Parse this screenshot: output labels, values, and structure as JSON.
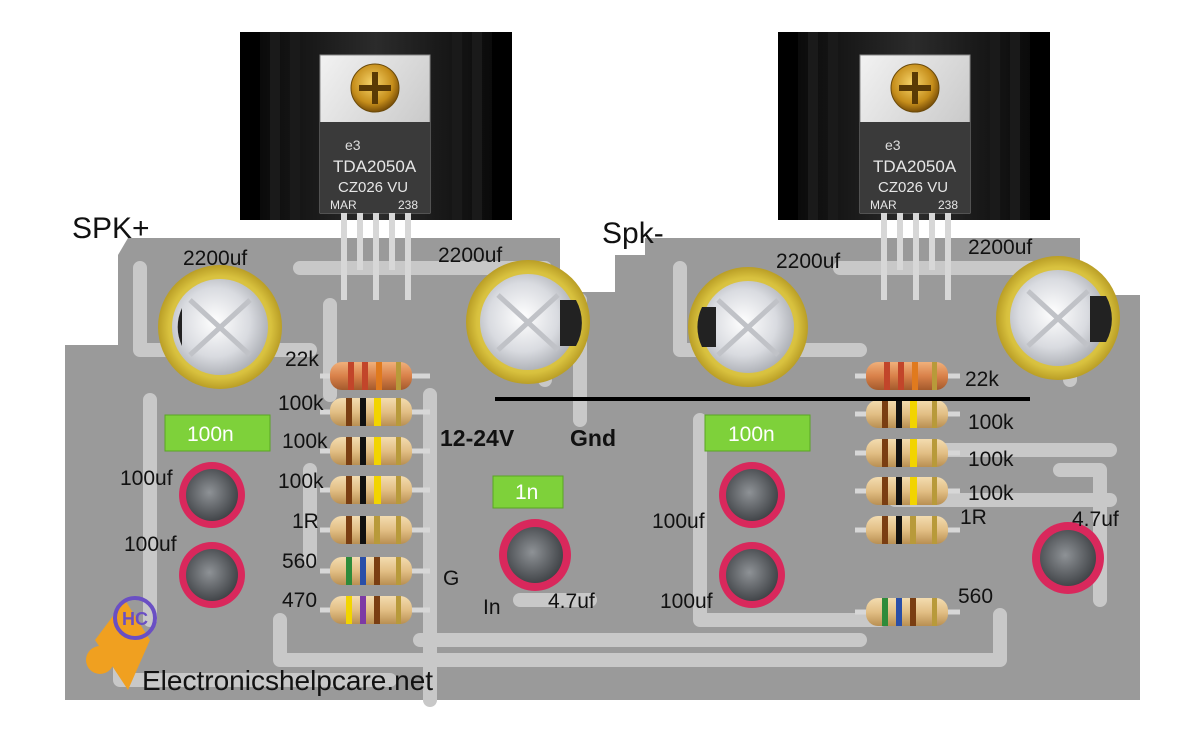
{
  "chips": {
    "left": {
      "line1": "TDA2050A",
      "line2": "CZ026 VU",
      "line3_left": "MAR",
      "line3_right": "238",
      "mark": "e3"
    },
    "right": {
      "line1": "TDA2050A",
      "line2": "CZ026 VU",
      "line3_left": "MAR",
      "line3_right": "238",
      "mark": "e3"
    }
  },
  "labels": {
    "spk_plus": "SPK+",
    "spk_minus": "Spk-",
    "supply": "12-24V",
    "gnd": "Gnd",
    "g": "G",
    "in": "In",
    "website": "Electronicshelpcare.net",
    "logo": "HC"
  },
  "left_channel": {
    "cap_2200_a": "2200uf",
    "cap_2200_b": "2200uf",
    "r_22k": "22k",
    "r_100k_1": "100k",
    "r_100k_2": "100k",
    "r_100k_3": "100k",
    "r_1r": "1R",
    "r_560": "560",
    "r_470": "470",
    "film_100n": "100n",
    "cap_100uf_1": "100uf",
    "cap_100uf_2": "100uf",
    "film_1n": "1n",
    "cap_47uf": "4.7uf"
  },
  "right_channel": {
    "cap_2200_a": "2200uf",
    "cap_2200_b": "2200uf",
    "r_22k": "22k",
    "r_100k_1": "100k",
    "r_100k_2": "100k",
    "r_100k_3": "100k",
    "r_1r": "1R",
    "r_560": "560",
    "film_100n": "100n",
    "cap_100uf_1": "100uf",
    "cap_100uf_2": "100uf",
    "cap_47uf": "4.7uf"
  }
}
